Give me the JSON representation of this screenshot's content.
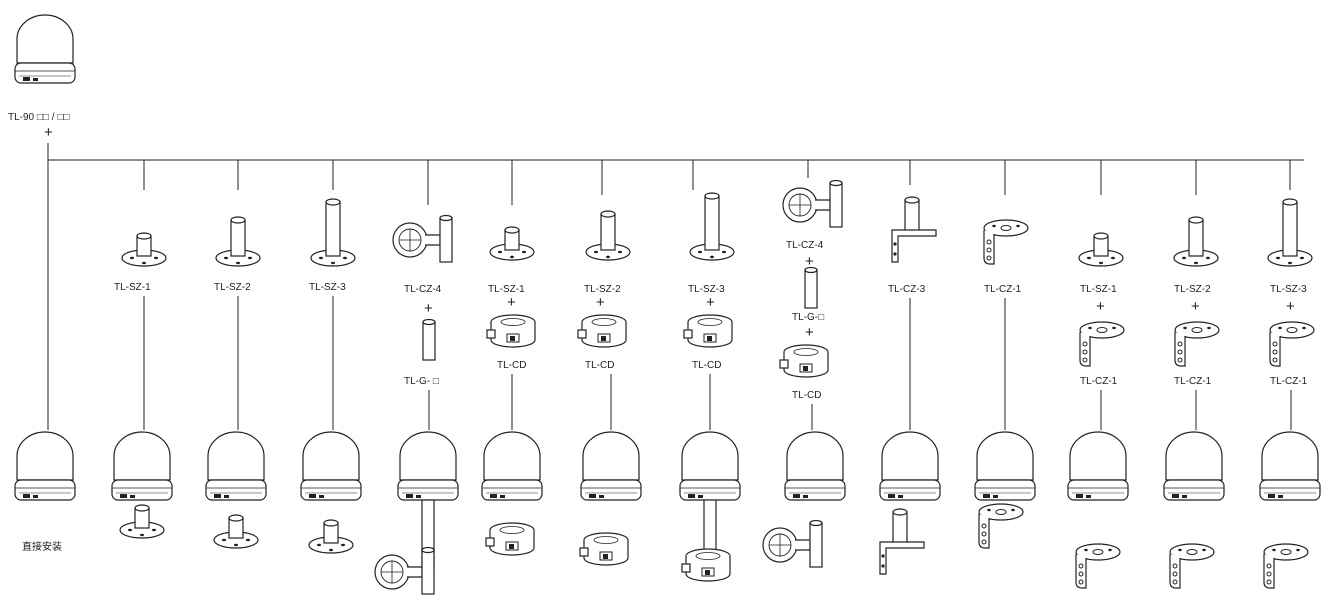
{
  "top": {
    "model": "TL-90 □□ / □□",
    "plus": "+"
  },
  "labels": {
    "direct": "直接安装",
    "sz1": "TL-SZ-1",
    "sz2": "TL-SZ-2",
    "sz3": "TL-SZ-3",
    "cz4": "TL-CZ-4",
    "cz3": "TL-CZ-3",
    "cz1": "TL-CZ-1",
    "g_a": "TL-G- □",
    "g_b": "TL-G-□",
    "cd": "TL-CD",
    "plus": "+"
  }
}
